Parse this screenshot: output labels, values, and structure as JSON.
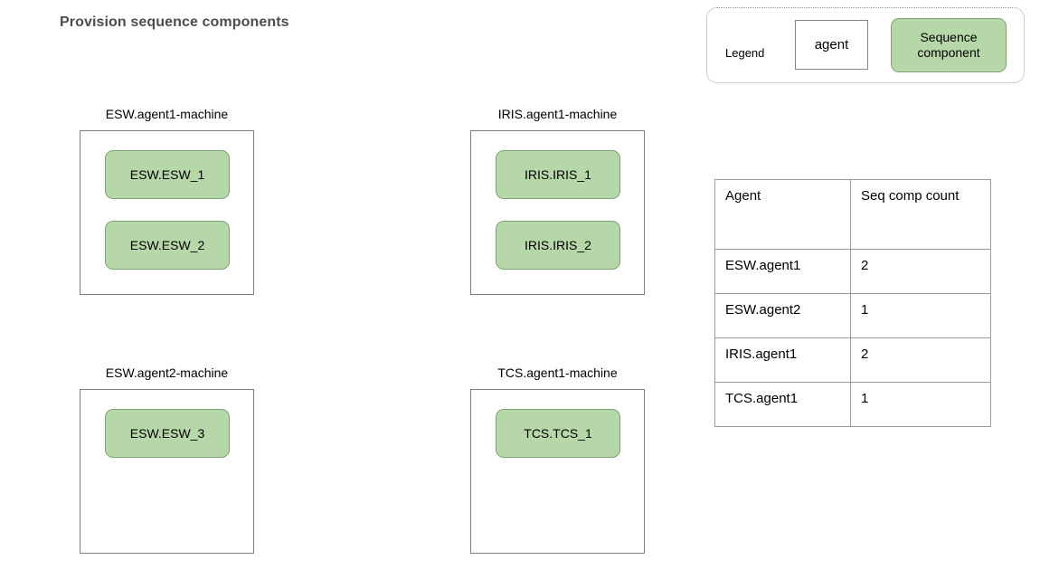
{
  "page": {
    "title": "Provision sequence components"
  },
  "legend": {
    "label": "Legend",
    "agent_swatch_label": "agent",
    "sequence_component_swatch_label": "Sequence component",
    "agent_fill": "#ffffff",
    "agent_border": "#868686",
    "sequence_component_fill": "#b6d7a8",
    "sequence_component_border": "#82a276"
  },
  "machines": [
    {
      "id": "esw-agent1",
      "label": "ESW.agent1-machine",
      "components": [
        "ESW.ESW_1",
        "ESW.ESW_2"
      ]
    },
    {
      "id": "iris-agent1",
      "label": "IRIS.agent1-machine",
      "components": [
        "IRIS.IRIS_1",
        "IRIS.IRIS_2"
      ]
    },
    {
      "id": "esw-agent2",
      "label": "ESW.agent2-machine",
      "components": [
        "ESW.ESW_3"
      ]
    },
    {
      "id": "tcs-agent1",
      "label": "TCS.agent1-machine",
      "components": [
        "TCS.TCS_1"
      ]
    }
  ],
  "summary_table": {
    "columns": [
      "Agent",
      "Seq comp count"
    ],
    "rows": [
      {
        "agent": "ESW.agent1",
        "count": "2"
      },
      {
        "agent": "ESW.agent2",
        "count": "1"
      },
      {
        "agent": "IRIS.agent1",
        "count": "2"
      },
      {
        "agent": "TCS.agent1",
        "count": "1"
      }
    ]
  }
}
